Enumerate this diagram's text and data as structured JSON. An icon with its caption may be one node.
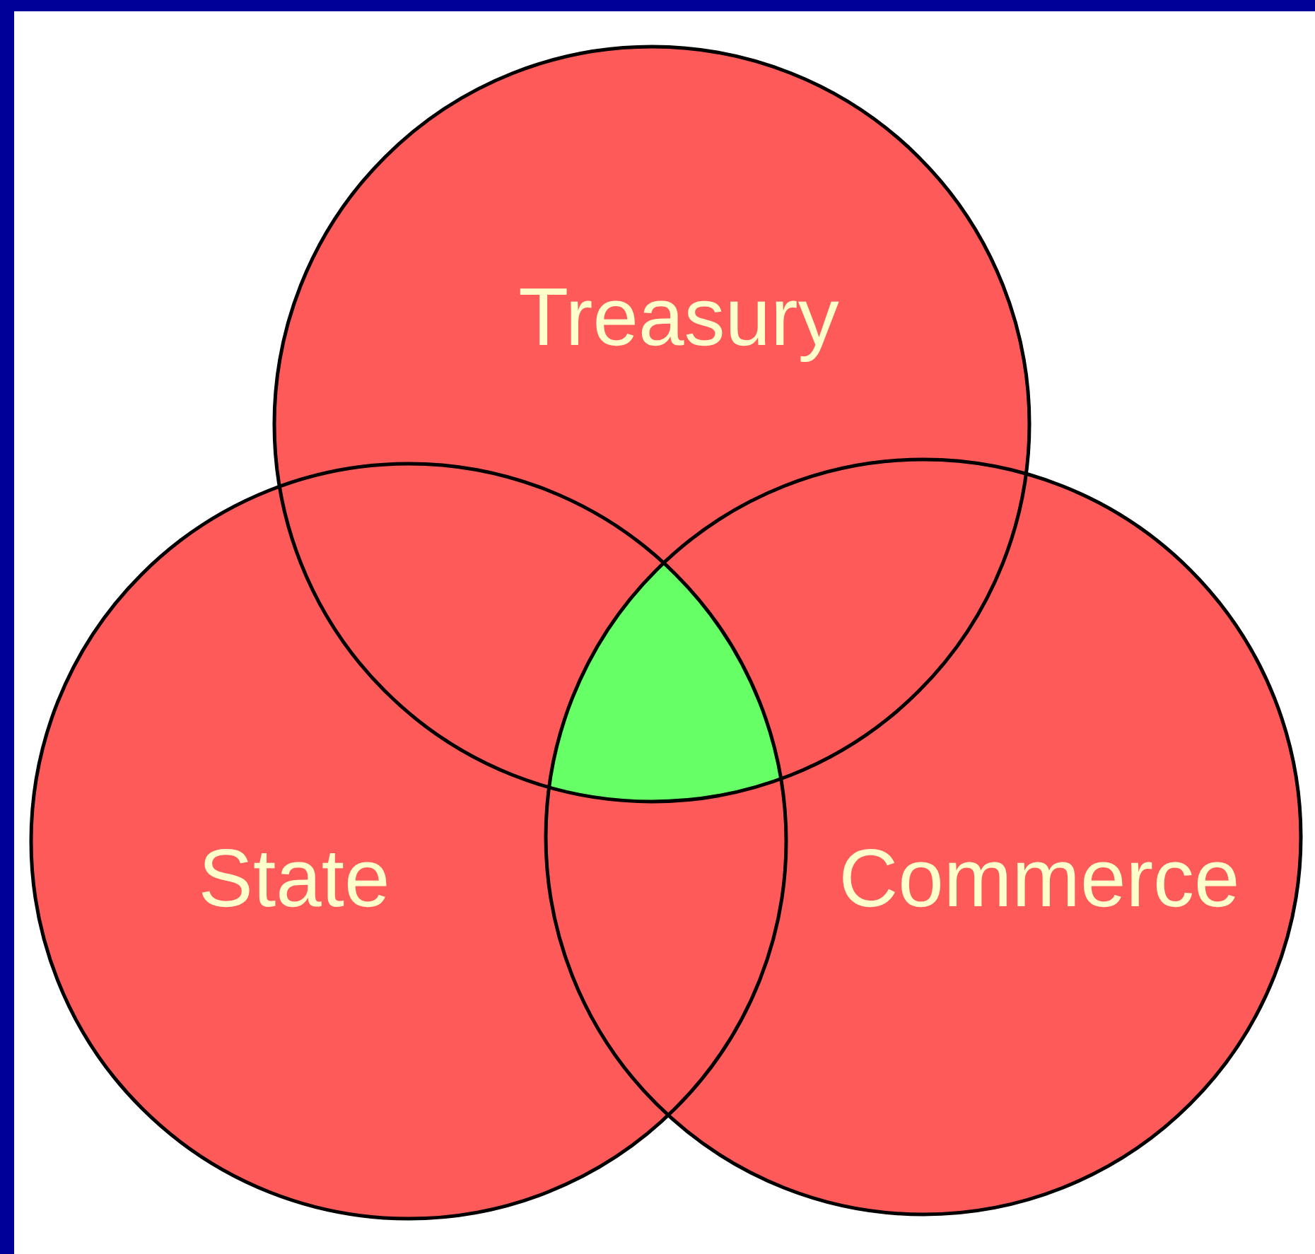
{
  "diagram": {
    "nodes": [
      {
        "text": [
          "Treasury"
        ]
      },
      {
        "text": [
          "State"
        ]
      },
      {
        "text": [
          "Commerce"
        ]
      }
    ]
  }
}
